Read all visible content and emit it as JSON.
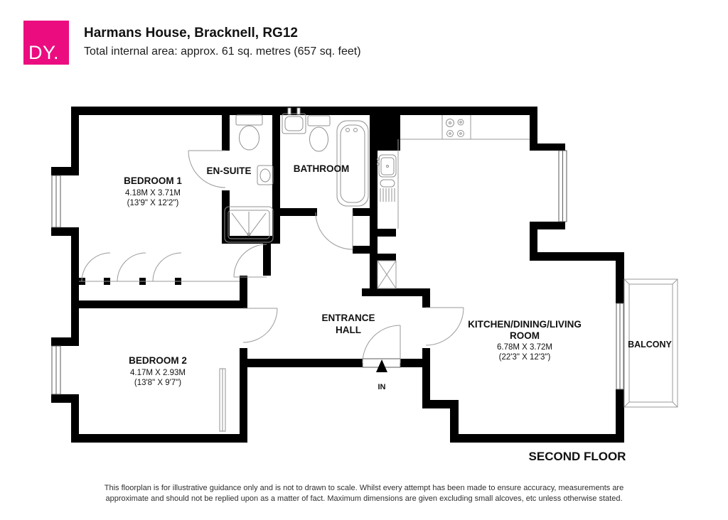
{
  "header": {
    "logo_text": "DY.",
    "brand_color": "#EB0D80",
    "title": "Harmans House, Bracknell, RG12",
    "subtitle": "Total internal area: approx. 61 sq. metres (657 sq. feet)"
  },
  "floorplan": {
    "floor_label": "SECOND FLOOR",
    "entry_label": "IN",
    "rooms": {
      "bedroom1": {
        "name": "BEDROOM 1",
        "dims_metric": "4.18M X 3.71M",
        "dims_imperial": "(13'9\" X 12'2\")"
      },
      "bedroom2": {
        "name": "BEDROOM 2",
        "dims_metric": "4.17M X 2.93M",
        "dims_imperial": "(13'8\" X 9'7\")"
      },
      "ensuite": {
        "name": "EN-SUITE"
      },
      "bathroom": {
        "name": "BATHROOM"
      },
      "entrance_hall": {
        "name_line1": "ENTRANCE",
        "name_line2": "HALL"
      },
      "kitchen": {
        "name_line1": "KITCHEN/DINING/LIVING",
        "name_line2": "ROOM",
        "dims_metric": "6.78M X 3.72M",
        "dims_imperial": "(22'3\" X 12'3\")"
      },
      "balcony": {
        "name": "BALCONY"
      }
    }
  },
  "disclaimer": {
    "line1": "This floorplan is for illustrative guidance only and is not to drawn to scale. Whilst every attempt has been made to ensure accuracy, measurements are",
    "line2": "approximate and should not be replied upon as a matter of fact. Maximum dimensions are given excluding small alcoves, etc unless otherwise stated."
  }
}
